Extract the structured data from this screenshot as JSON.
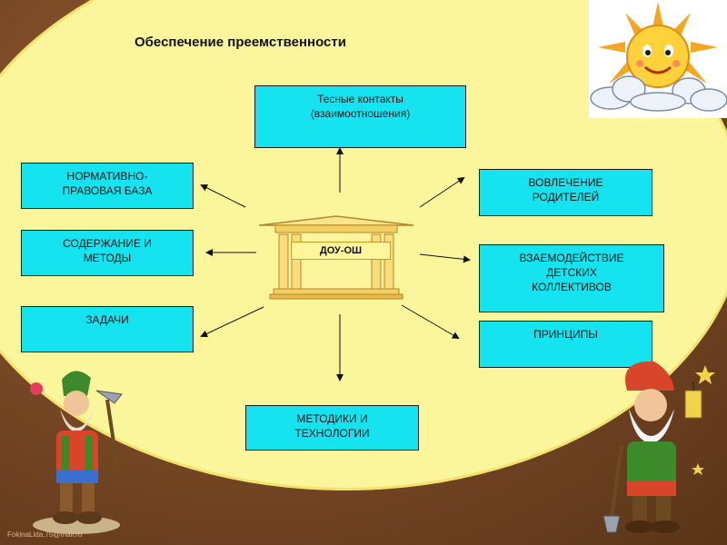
{
  "slide": {
    "title": "Обеспечение преемственности",
    "center": "ДОУ-ОШ",
    "footer": "FokinaLida.75@mail.ru"
  },
  "boxes": {
    "top": "Тесные контакты\n(взаимоотношения)",
    "left1": "НОРМАТИВНО-\nПРАВОВАЯ БАЗА",
    "left2": "СОДЕРЖАНИЕ И\nМЕТОДЫ",
    "left3": "ЗАДАЧИ",
    "right1": "ВОВЛЕЧЕНИЕ\nРОДИТЕЛЕЙ",
    "right2": "ВЗАЕМОДЕЙСТВИЕ\nДЕТСКИХ\nКОЛЛЕКТИВОВ",
    "right3": "ПРИНЦИПЫ",
    "bottom": "МЕТОДИКИ И\nТЕХНОЛОГИИ"
  },
  "colors": {
    "box_fill": "#16e3f0",
    "oval_fill": "#fbf69c",
    "background": "#7a4a26"
  },
  "decorations": [
    "sun-with-clouds-icon",
    "gnome-with-pickaxe-icon",
    "gnome-with-shovel-icon"
  ]
}
